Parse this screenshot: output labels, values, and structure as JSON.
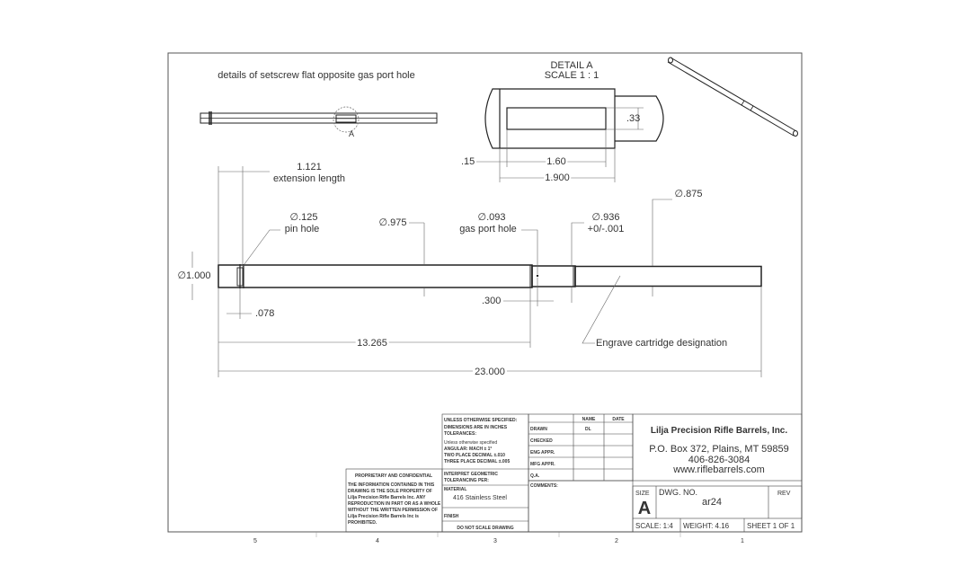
{
  "views": {
    "setscrew_note": "details of setscrew flat opposite gas port hole",
    "detail_a_label": "A",
    "detail_title": "DETAIL A",
    "detail_scale": "SCALE 1 : 1"
  },
  "detail_dims": {
    "height": ".33",
    "offset": ".15",
    "flat_length": "1.60",
    "overall": "1.900"
  },
  "dimensions": {
    "extension_value": "1.121",
    "extension_label": "extension length",
    "pin_hole_dia": "∅.125",
    "pin_hole_label": "pin hole",
    "dia_975": "∅.975",
    "gas_port_dia": "∅.093",
    "gas_port_label": "gas port hole",
    "dia_936": "∅.936",
    "tol_936": "+0/-.001",
    "dia_875": "∅.875",
    "dia_1000": "∅1.000",
    "d_078": ".078",
    "d_300": ".300",
    "d_13265": "13.265",
    "d_23000": "23.000",
    "engrave_note": "Engrave cartridge designation"
  },
  "title_block": {
    "unless_specified": "UNLESS OTHERWISE SPECIFIED:",
    "dims_in_inches": "DIMENSIONS ARE IN INCHES",
    "tolerances": "TOLERANCES:",
    "unless_tol": "Unless otherwise specified",
    "angular": "ANGULAR: MACH ± 1°",
    "two_place": "TWO PLACE DECIMAL   ±.010",
    "three_place": "THREE PLACE DECIMAL   ±.005",
    "interpret": "INTERPRET GEOMETRIC",
    "tolerancing": "TOLERANCING PER:",
    "material_label": "MATERIAL",
    "material_value": "416 Stainless Steel",
    "finish_label": "FINISH",
    "no_scale": "DO NOT SCALE DRAWING",
    "name_header": "NAME",
    "date_header": "DATE",
    "drawn": "DRAWN",
    "drawn_by": "DL",
    "checked": "CHECKED",
    "eng_appr": "ENG APPR.",
    "mfg_appr": "MFG APPR.",
    "qa": "Q.A.",
    "comments": "COMMENTS:",
    "company": "Lilja Precision Rifle Barrels, Inc.",
    "address": "P.O. Box 372, Plains, MT  59859",
    "phone": "406-826-3084",
    "web": "www.riflebarrels.com",
    "size_label": "SIZE",
    "size_value": "A",
    "dwg_no_label": "DWG.  NO.",
    "dwg_no_value": "ar24",
    "rev_label": "REV",
    "scale": "SCALE: 1:4",
    "weight": "WEIGHT: 4.16",
    "sheet": "SHEET 1 OF 1"
  },
  "proprietary": {
    "title": "PROPRIETARY AND CONFIDENTIAL",
    "l1": "THE INFORMATION CONTAINED IN THIS",
    "l2": "DRAWING IS THE SOLE PROPERTY OF",
    "l3": "Lilja Precision Rifle Barrels Inc. ANY",
    "l4": "REPRODUCTION IN PART OR AS A WHOLE",
    "l5": "WITHOUT THE WRITTEN PERMISSION OF",
    "l6": "Lilja Precision Rifle Barrels Inc is",
    "l7": "PROHIBITED."
  },
  "zones": [
    "5",
    "4",
    "3",
    "2",
    "1"
  ]
}
